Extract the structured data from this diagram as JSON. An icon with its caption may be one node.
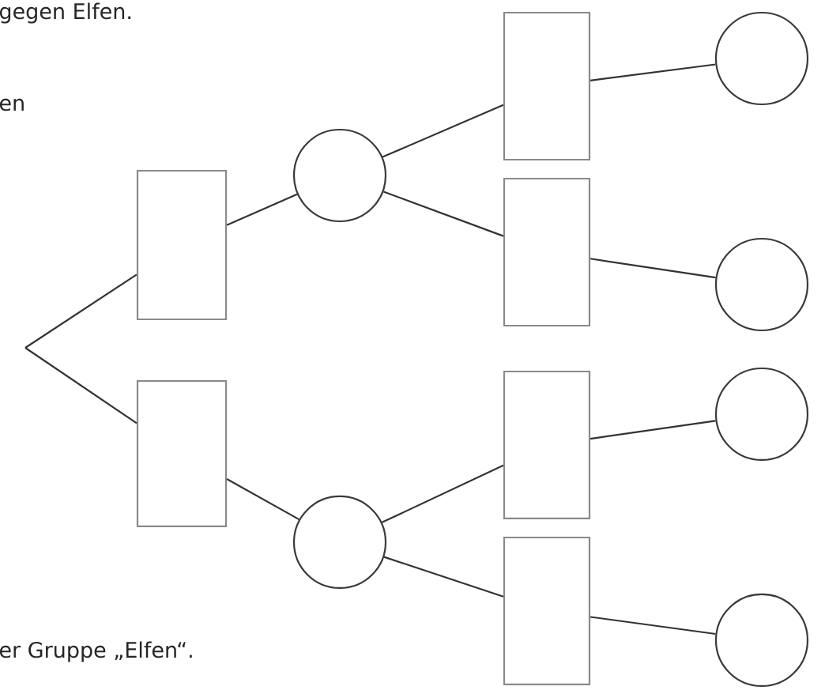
{
  "diagram": {
    "nodes": [
      {
        "text": [],
        "shape": "box"
      },
      {
        "text": [],
        "shape": "box"
      },
      {
        "text": [],
        "shape": "circle"
      },
      {
        "text": [],
        "shape": "circle"
      },
      {
        "text": [],
        "shape": "box"
      },
      {
        "text": [],
        "shape": "box"
      },
      {
        "text": [],
        "shape": "box"
      },
      {
        "text": [],
        "shape": "box"
      },
      {
        "text": [],
        "shape": "circle"
      },
      {
        "text": [],
        "shape": "circle"
      },
      {
        "text": [],
        "shape": "circle"
      },
      {
        "text": [],
        "shape": "circle"
      }
    ],
    "edges": [
      {
        "from": null,
        "to": 0,
        "arrow": "none"
      },
      {
        "from": null,
        "to": 1,
        "arrow": "none"
      },
      {
        "from": 0,
        "to": 2,
        "arrow": "none"
      },
      {
        "from": 1,
        "to": 3,
        "arrow": "none"
      },
      {
        "from": 2,
        "to": 4,
        "arrow": "none"
      },
      {
        "from": 2,
        "to": 5,
        "arrow": "none"
      },
      {
        "from": 3,
        "to": 6,
        "arrow": "none"
      },
      {
        "from": 3,
        "to": 7,
        "arrow": "none"
      },
      {
        "from": 4,
        "to": 8,
        "arrow": "none"
      },
      {
        "from": 5,
        "to": 9,
        "arrow": "none"
      },
      {
        "from": 6,
        "to": 10,
        "arrow": "none"
      },
      {
        "from": 7,
        "to": 11,
        "arrow": "none"
      }
    ],
    "labels": [
      "gegen Elfen.",
      "en",
      "er Gruppe „Elfen“."
    ]
  }
}
